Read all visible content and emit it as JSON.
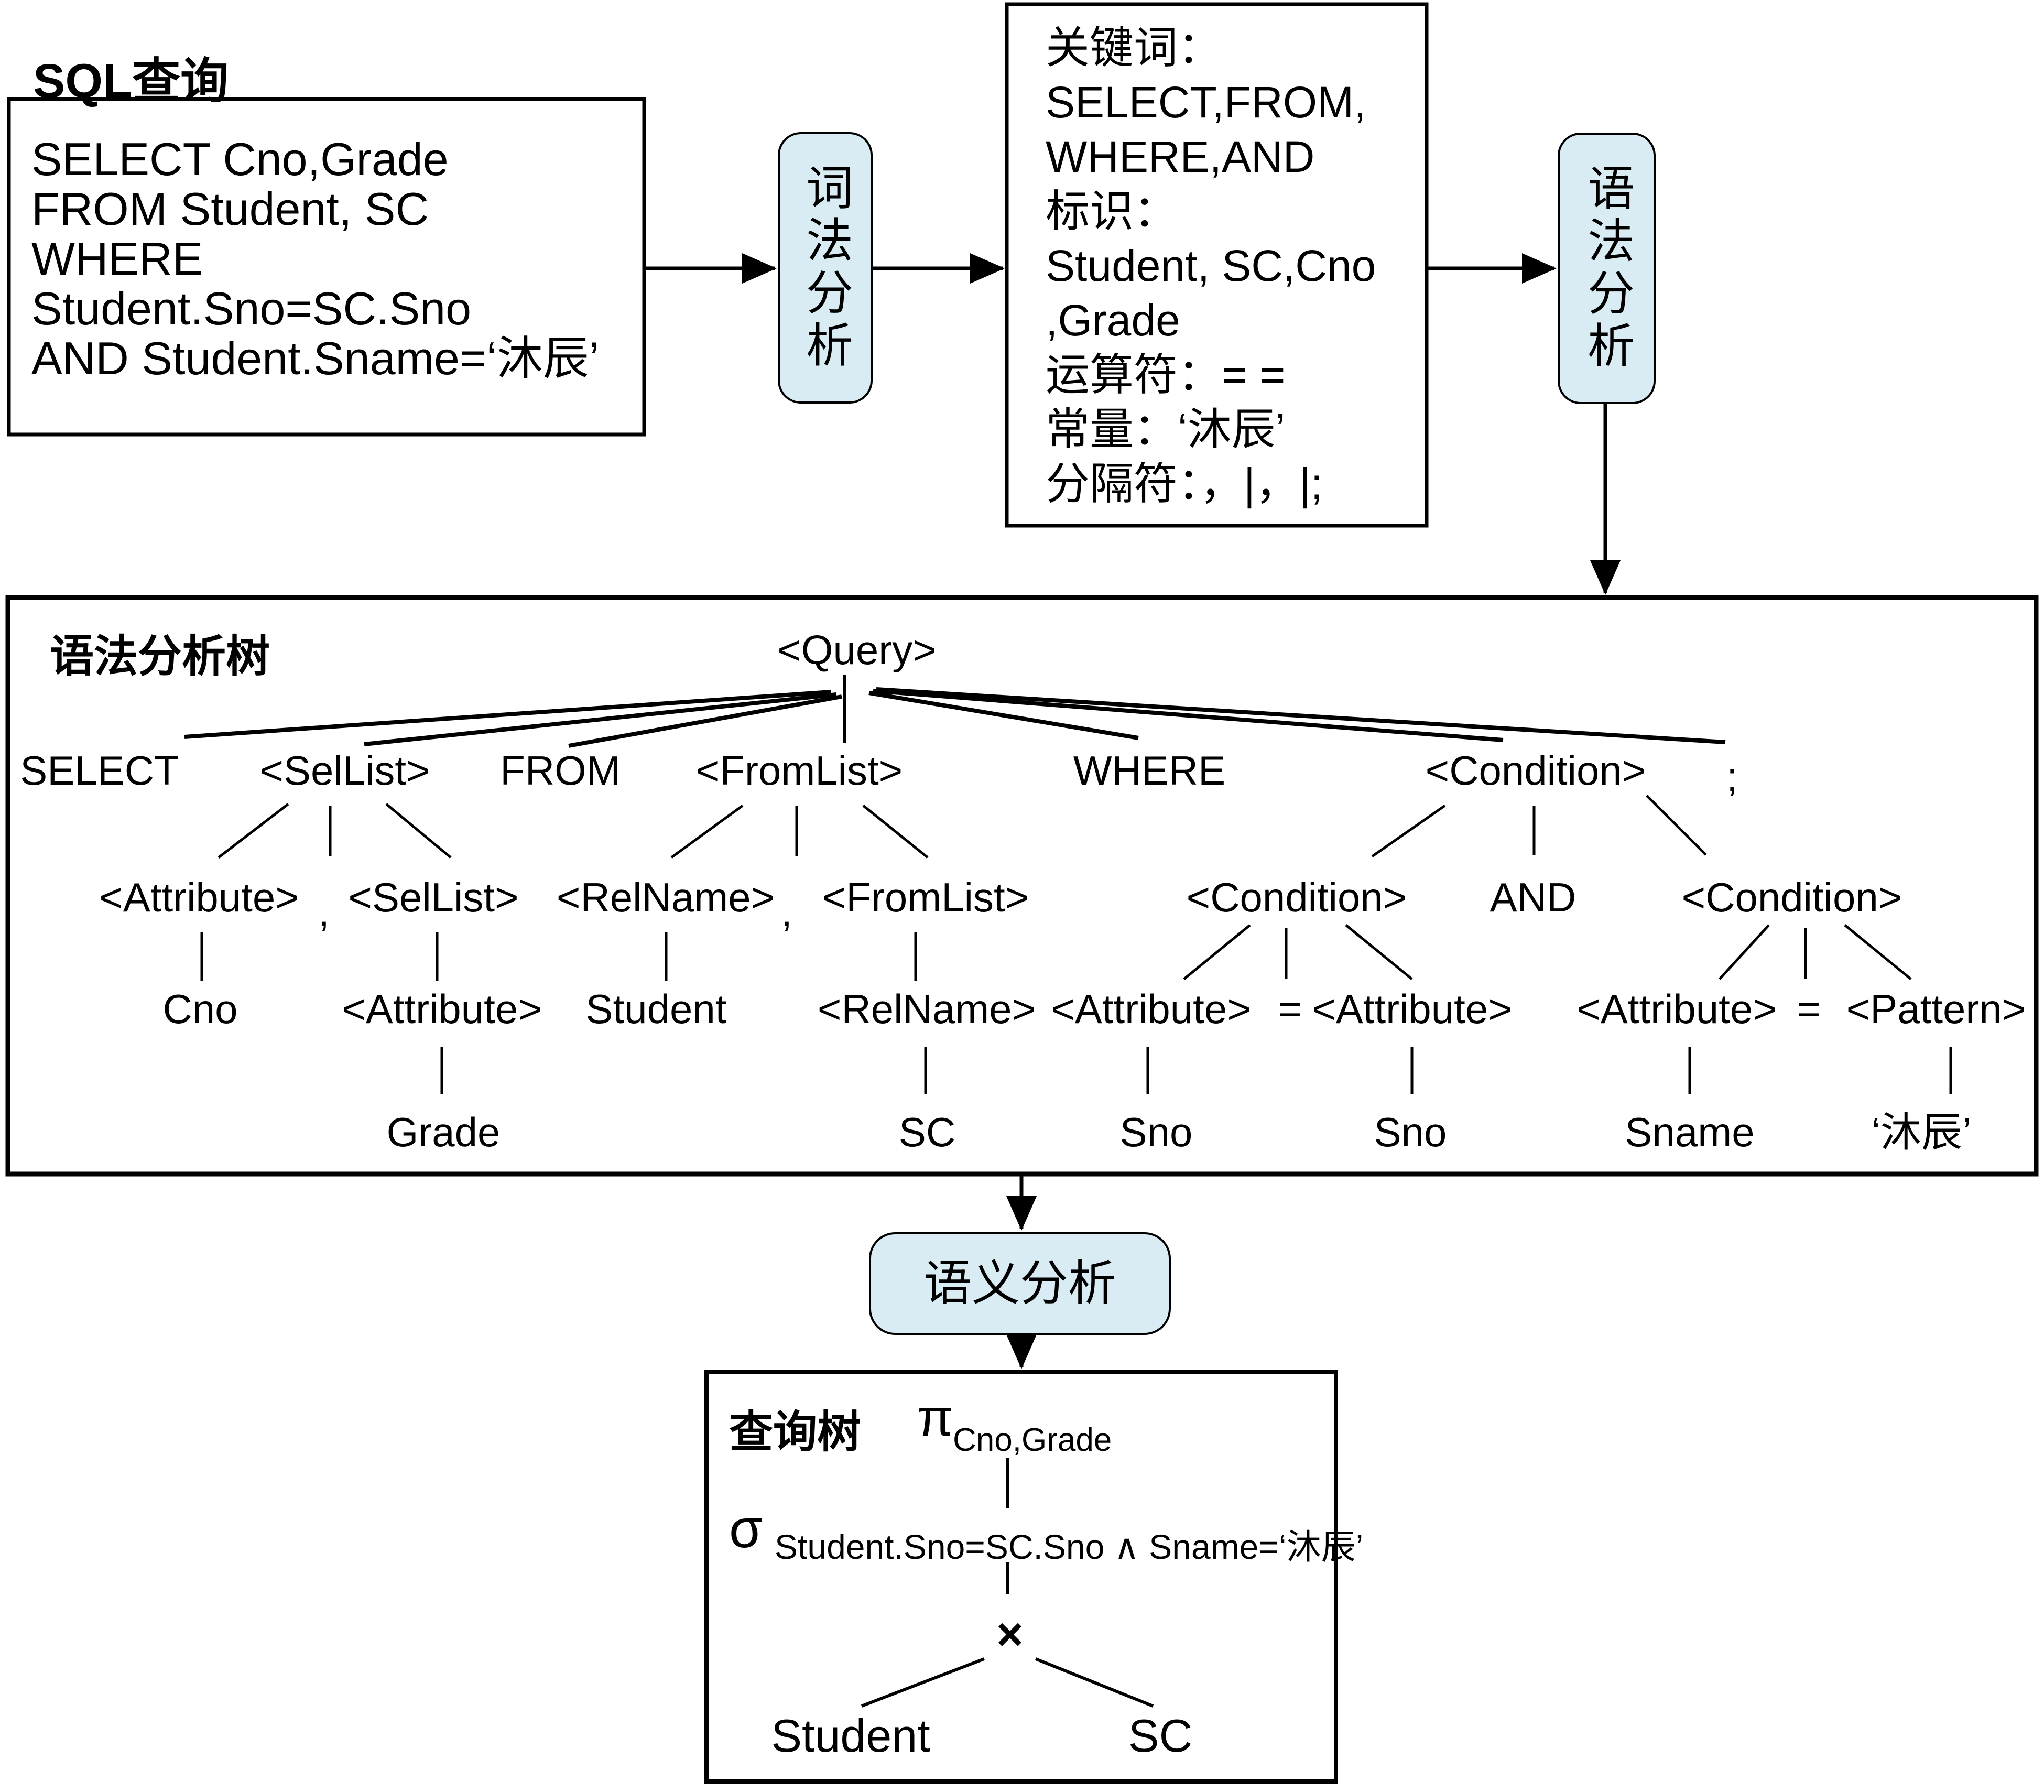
{
  "sql_section": {
    "title": "SQL查询",
    "lines": [
      "SELECT Cno,Grade",
      "FROM Student, SC",
      "WHERE",
      "Student.Sno=SC.Sno",
      "AND Student.Sname=‘沐辰’"
    ]
  },
  "steps": {
    "lexical": "词法分析",
    "syntax": "语法分析",
    "semantic": "语义分析"
  },
  "token_box": {
    "lines": [
      "关键词：",
      "SELECT,FROM,",
      "WHERE,AND",
      "标识：",
      "Student, SC,Cno",
      ",Grade",
      "运算符：= =",
      "常量：‘沐辰’",
      "分隔符：，|，|;"
    ]
  },
  "parse_tree": {
    "title": "语法分析树",
    "root": "<Query>",
    "row2": [
      "SELECT",
      "<SelList>",
      "FROM",
      "<FromList>",
      "WHERE",
      "<Condition>",
      ";"
    ],
    "row3": [
      "<Attribute>",
      ",",
      "<SelList>",
      "<RelName>",
      ",",
      "<FromList>",
      "<Condition>",
      "AND",
      "<Condition>"
    ],
    "row4": [
      "Cno",
      "<Attribute>",
      "Student",
      "<RelName>",
      "<Attribute>",
      "=",
      "<Attribute>",
      "<Attribute>",
      "=",
      "<Pattern>"
    ],
    "row5": [
      "Grade",
      "SC",
      "Sno",
      "Sno",
      "Sname",
      "‘沐辰’"
    ]
  },
  "query_tree": {
    "title": "查询树",
    "pi": "π",
    "pi_sub": "Cno,Grade",
    "sigma": "σ",
    "sigma_sub": "Student.Sno=SC.Sno ∧ Sname=‘沐辰’",
    "cross": "×",
    "left_leaf": "Student",
    "right_leaf": "SC"
  },
  "colors": {
    "step_box_fill": "#d9ebf3",
    "line": "#000000",
    "background": "#ffffff"
  }
}
